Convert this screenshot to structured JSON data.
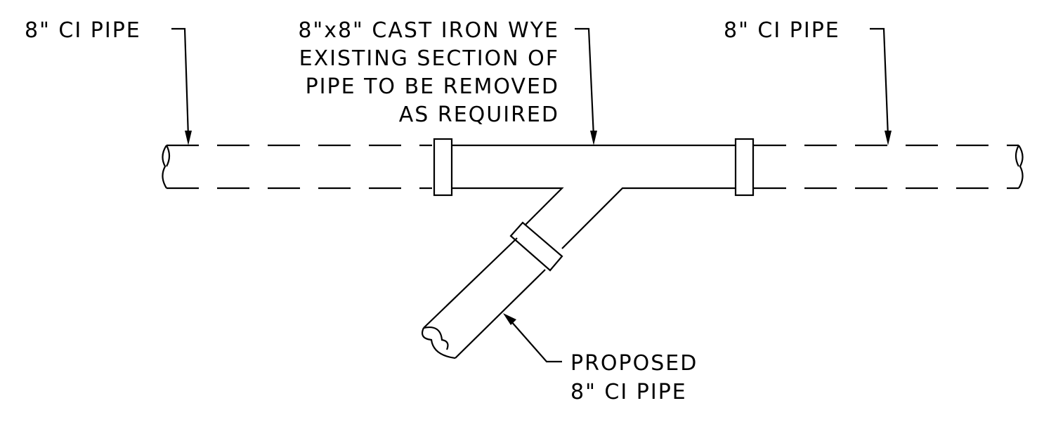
{
  "labels": {
    "left_pipe": "8\" CI PIPE",
    "right_pipe": "8\" CI PIPE",
    "wye_lines": [
      "8\"x8\" CAST IRON WYE",
      "EXISTING SECTION OF",
      "PIPE TO BE REMOVED",
      "AS REQUIRED"
    ],
    "proposed_lines": [
      "PROPOSED",
      "8\" CI PIPE"
    ]
  },
  "colors": {
    "line": "#000000",
    "background": "#ffffff"
  }
}
